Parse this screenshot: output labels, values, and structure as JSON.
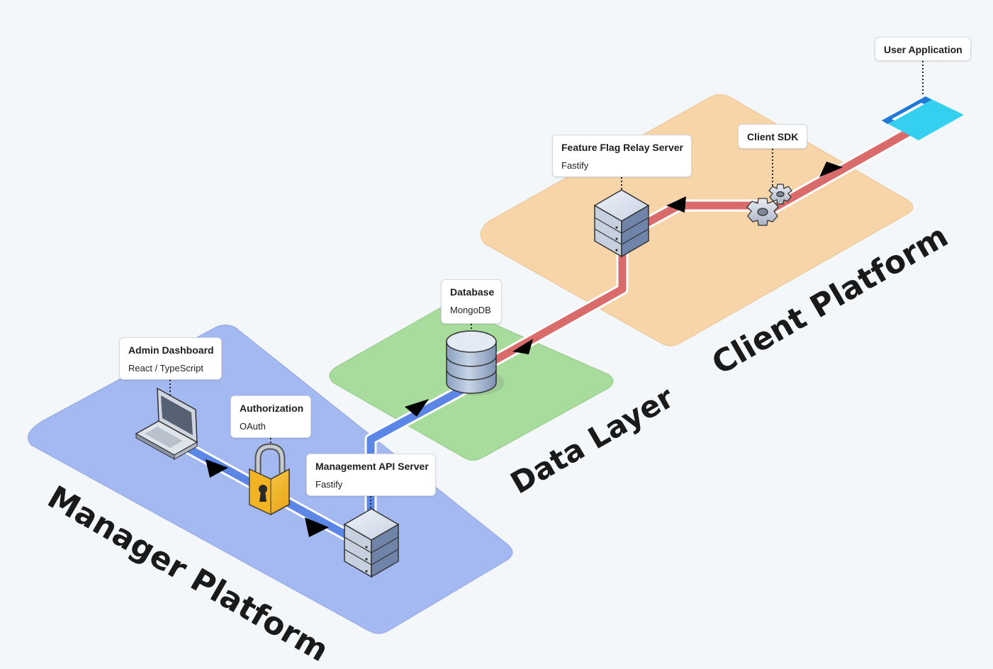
{
  "zones": {
    "manager": {
      "label": "Manager Platform",
      "color": "#a4b8f2"
    },
    "data": {
      "label": "Data Layer",
      "color": "#a8dc9c"
    },
    "client": {
      "label": "Client Platform",
      "color": "#f8d5a9"
    }
  },
  "nodes": {
    "admin_dashboard": {
      "title": "Admin Dashboard",
      "subtitle": "React / TypeScript",
      "icon": "laptop-icon"
    },
    "authorization": {
      "title": "Authorization",
      "subtitle": "OAuth",
      "icon": "padlock-icon"
    },
    "management_api": {
      "title": "Management API Server",
      "subtitle": "Fastify",
      "icon": "server-icon"
    },
    "database": {
      "title": "Database",
      "subtitle": "MongoDB",
      "icon": "database-icon"
    },
    "relay_server": {
      "title": "Feature Flag Relay Server",
      "subtitle": "Fastify",
      "icon": "server-icon"
    },
    "client_sdk": {
      "title": "Client SDK",
      "icon": "gears-icon"
    },
    "user_app": {
      "title": "User Application",
      "icon": "browser-window-icon"
    }
  },
  "flows": {
    "manager_color": "#5b86e5",
    "client_color": "#d96b6b"
  }
}
